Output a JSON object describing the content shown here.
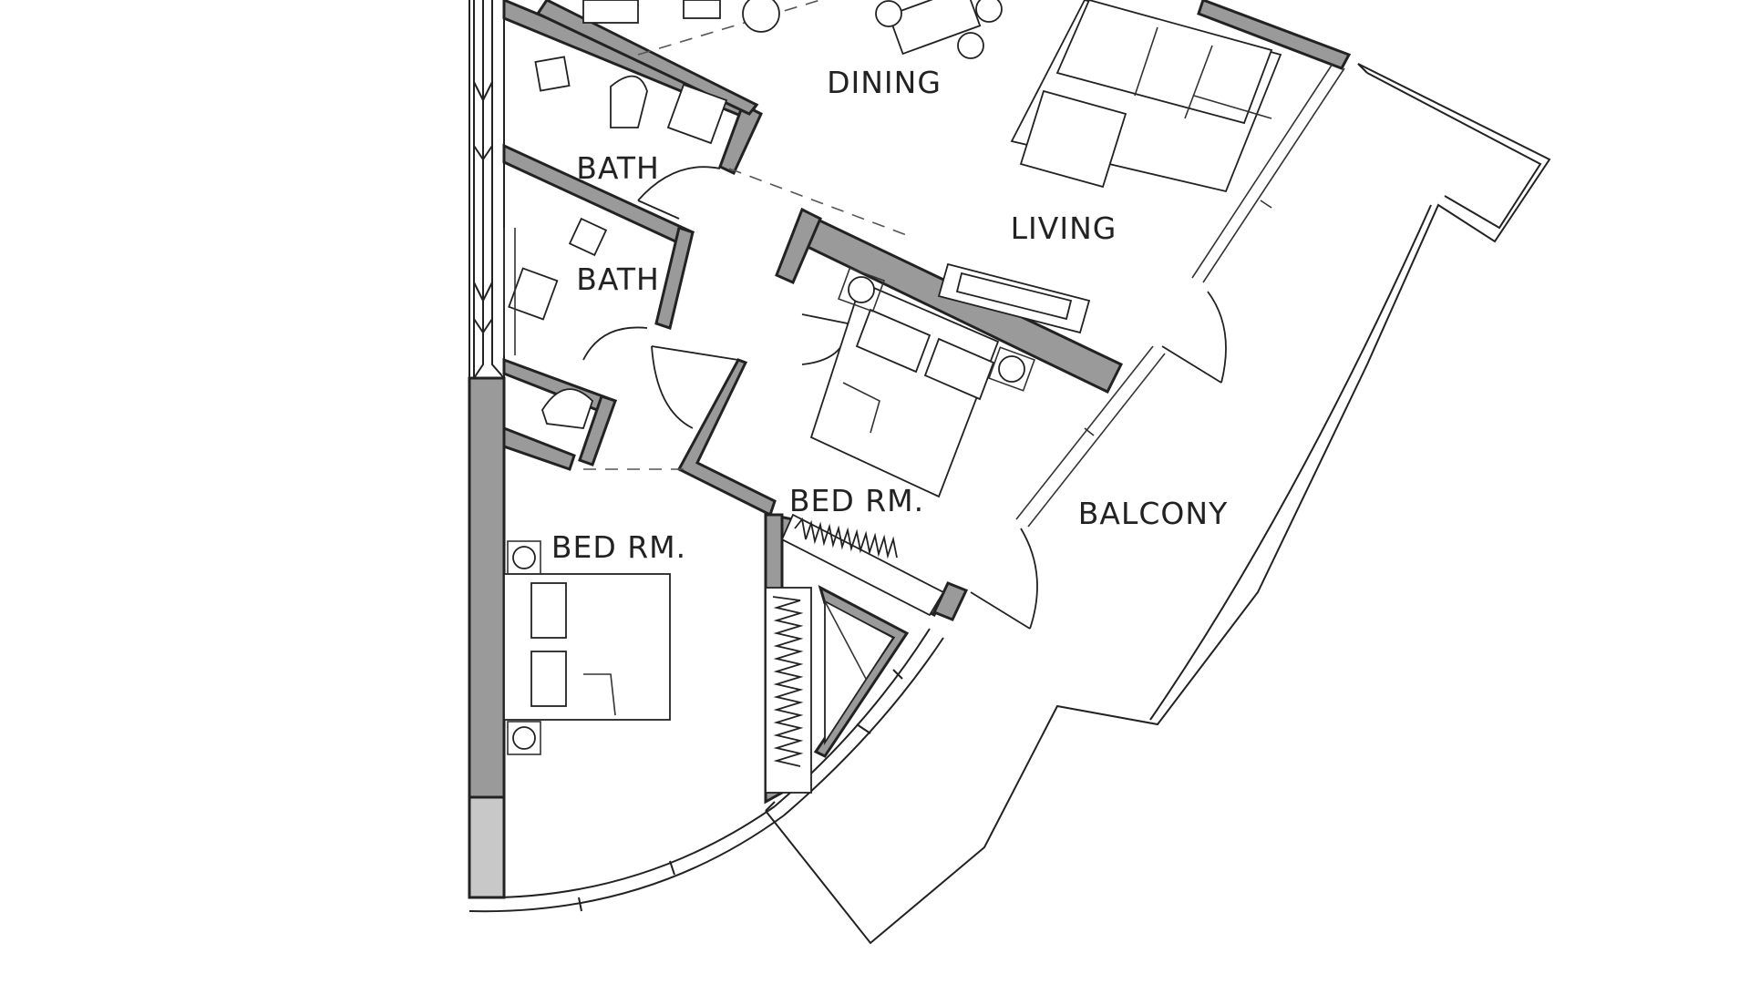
{
  "rooms": {
    "dining": "DINING",
    "living": "LIVING",
    "bath_1": "BATH",
    "bath_2": "BATH",
    "bedroom_1": "BED RM.",
    "bedroom_2": "BED RM.",
    "balcony": "BALCONY"
  },
  "colors": {
    "wall_fill": "#9a9a9a",
    "wall_light_fill": "#c8c8c8",
    "line": "#222222",
    "background": "#ffffff"
  }
}
